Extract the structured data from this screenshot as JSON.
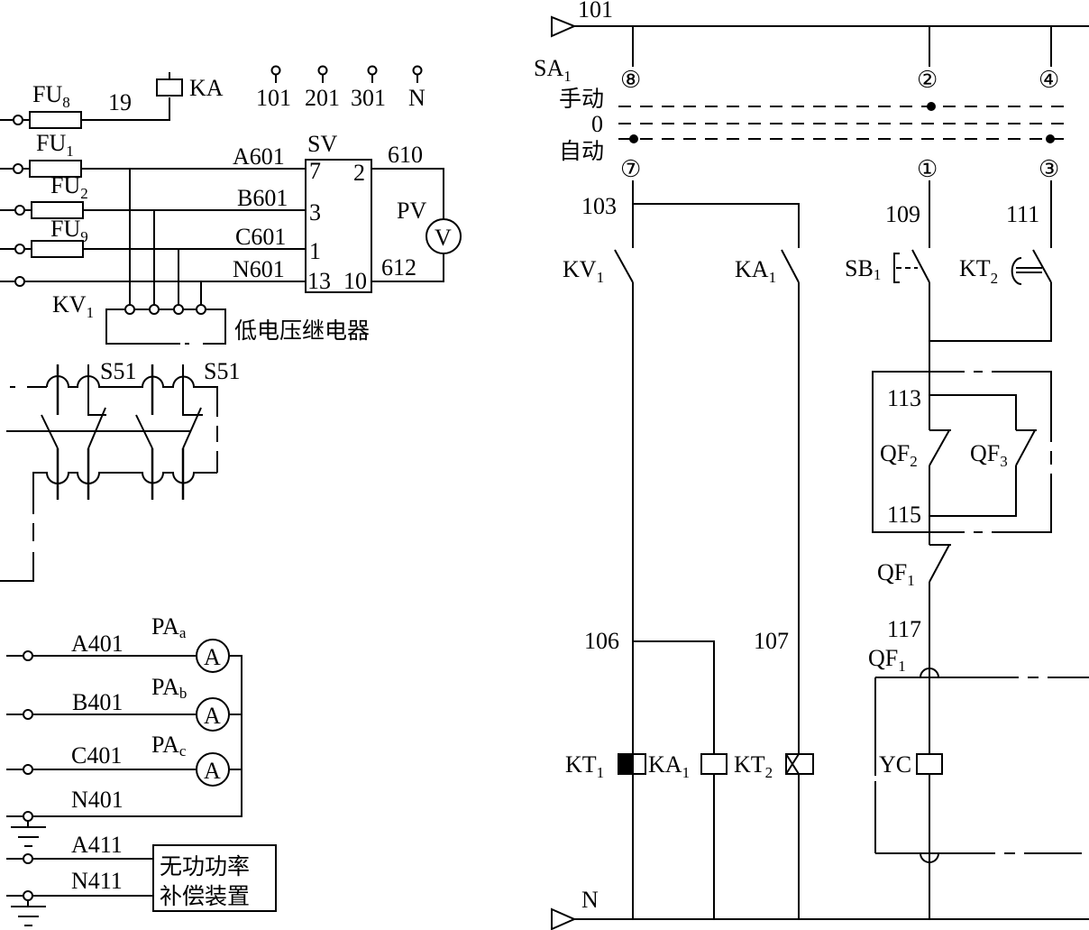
{
  "left_panel": {
    "fuses": [
      {
        "label": "FU",
        "sub": "8"
      },
      {
        "label": "FU",
        "sub": "1"
      },
      {
        "label": "FU",
        "sub": "2"
      },
      {
        "label": "FU",
        "sub": "9"
      }
    ],
    "wire_19": "19",
    "relay_ka": "KA",
    "bus_terminals": [
      "101",
      "201",
      "301",
      "N"
    ],
    "voltage_lines": [
      "A601",
      "B601",
      "C601",
      "N601"
    ],
    "switch_sv": {
      "label": "SV",
      "pins_left": [
        "7",
        "3",
        "1",
        "13"
      ],
      "pins_right": [
        "2",
        "10"
      ]
    },
    "wire_610": "610",
    "wire_612": "612",
    "voltmeter": {
      "label": "PV",
      "symbol": "V"
    },
    "kv1": {
      "label": "KV",
      "sub": "1"
    },
    "low_voltage_relay": "低电压继电器",
    "s51_labels": [
      "S51",
      "S51"
    ],
    "current_lines": [
      "A401",
      "B401",
      "C401",
      "N401"
    ],
    "ammeters": [
      {
        "label": "PA",
        "sub": "a",
        "symbol": "A"
      },
      {
        "label": "PA",
        "sub": "b",
        "symbol": "A"
      },
      {
        "label": "PA",
        "sub": "c",
        "symbol": "A"
      }
    ],
    "comp_lines": [
      "A411",
      "N411"
    ],
    "compensation_device": [
      "无功功率",
      "补偿装置"
    ]
  },
  "right_panel": {
    "bus_top": "101",
    "bus_bottom": "N",
    "sa1": {
      "label": "SA",
      "sub": "1"
    },
    "sa1_positions": {
      "manual": "手动",
      "zero": "0",
      "auto": "自动"
    },
    "sa1_contacts_top": [
      "⑧",
      "②",
      "④"
    ],
    "sa1_contacts_bottom": [
      "⑦",
      "①",
      "③"
    ],
    "wires": {
      "w103": "103",
      "w109": "109",
      "w111": "111",
      "w113": "113",
      "w115": "115",
      "w117": "117",
      "w106": "106",
      "w107": "107"
    },
    "contacts": {
      "kv1": {
        "label": "KV",
        "sub": "1"
      },
      "ka1": {
        "label": "KA",
        "sub": "1"
      },
      "sb1": {
        "label": "SB",
        "sub": "1"
      },
      "kt2": {
        "label": "KT",
        "sub": "2"
      },
      "qf2": {
        "label": "QF",
        "sub": "2"
      },
      "qf3": {
        "label": "QF",
        "sub": "3"
      },
      "qf1": {
        "label": "QF",
        "sub": "1"
      },
      "qf1_aux": {
        "label": "QF",
        "sub": "1"
      }
    },
    "coils": {
      "kt1": {
        "label": "KT",
        "sub": "1"
      },
      "ka1": {
        "label": "KA",
        "sub": "1"
      },
      "kt2": {
        "label": "KT",
        "sub": "2"
      },
      "yc": {
        "label": "YC"
      }
    }
  }
}
